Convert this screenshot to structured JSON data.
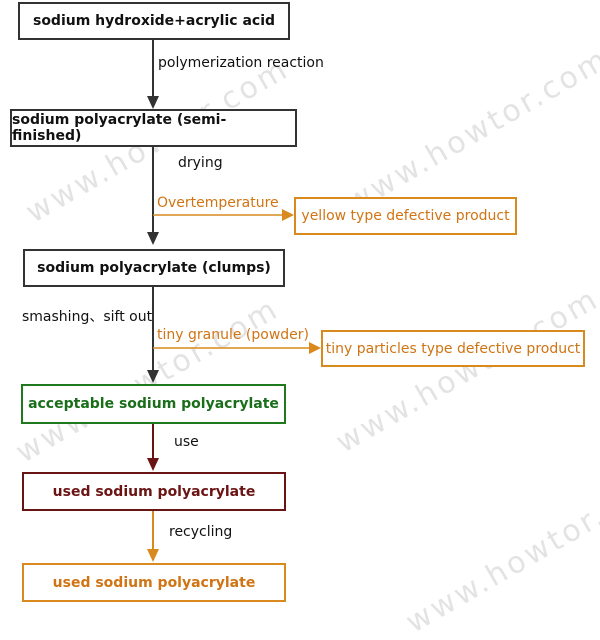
{
  "watermark": "www.howtor.com",
  "boxes": {
    "b1": "sodium hydroxide+acrylic acid",
    "b2": "sodium polyacrylate (semi-finished)",
    "b3": "sodium polyacrylate (clumps)",
    "b4": "acceptable sodium polyacrylate",
    "b5": "used sodium polyacrylate",
    "b6": "used sodium polyacrylate",
    "d1": "yellow type defective product",
    "d2": "tiny particles type defective product"
  },
  "labels": {
    "polymerization": "polymerization reaction",
    "drying": "drying",
    "overtemp": "Overtemperature",
    "smashing": "smashing、sift out",
    "granule": "tiny granule (powder)",
    "use": "use",
    "recycling": "recycling"
  },
  "colors": {
    "dark": "#333333",
    "orange": "#d98a1f",
    "green": "#1f7a1f",
    "maroon": "#6b1414"
  }
}
